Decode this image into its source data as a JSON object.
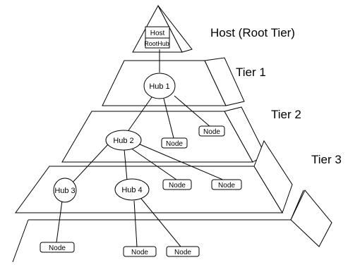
{
  "labels": {
    "host_tier": "Host (Root Tier)",
    "tier1": "Tier 1",
    "tier2": "Tier 2",
    "tier3": "Tier 3"
  },
  "host": {
    "label": "Host",
    "root_hub": "RootHub"
  },
  "hubs": {
    "hub1": "Hub 1",
    "hub2": "Hub 2",
    "hub3": "Hub 3",
    "hub4": "Hub 4"
  },
  "nodes": {
    "tier1_node": "Node",
    "tier2_node": "Node",
    "tier2_node_b": "Node",
    "tier2_node_c": "Node",
    "tier3_node_a": "Node",
    "tier3_node_b": "Node",
    "tier3_node_c": "Node"
  }
}
